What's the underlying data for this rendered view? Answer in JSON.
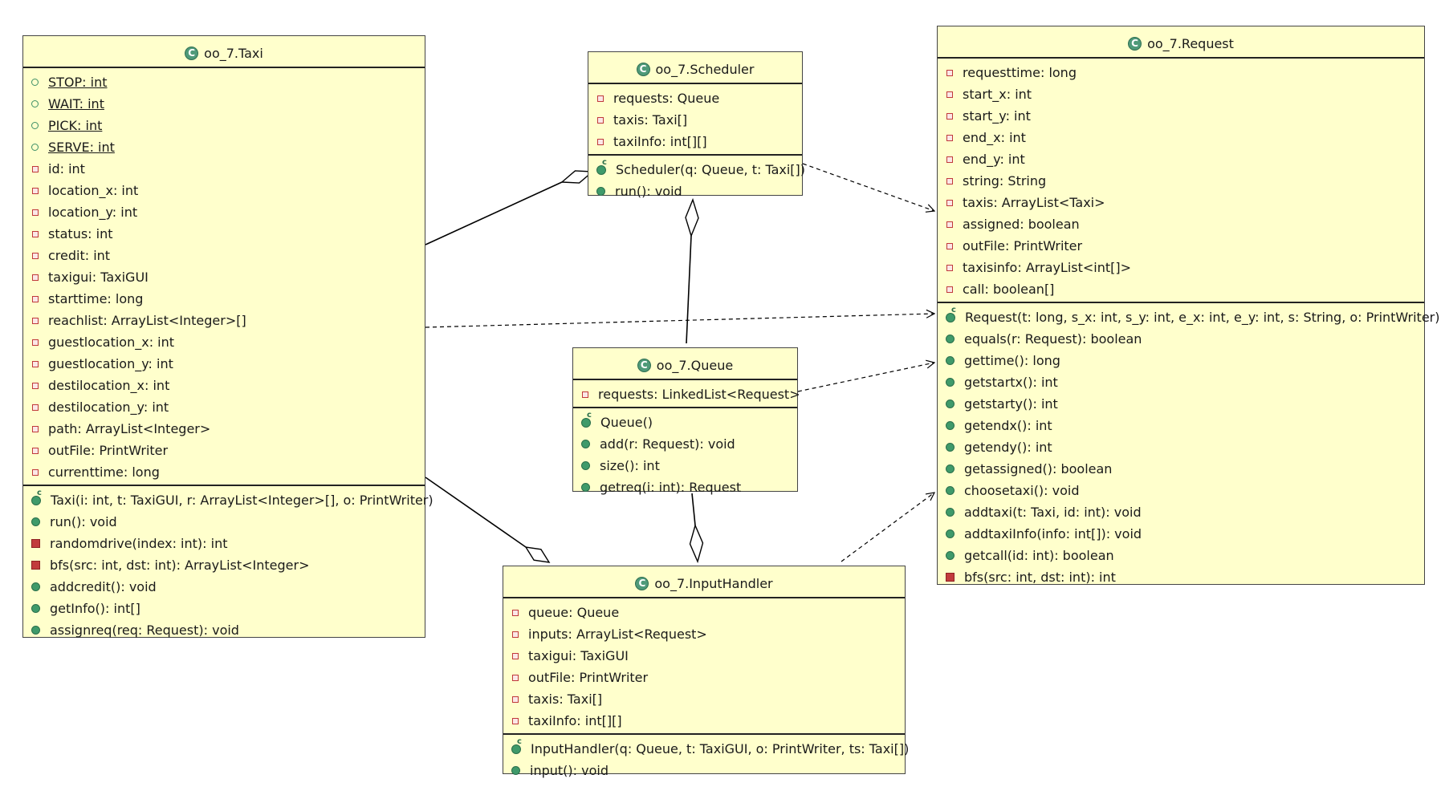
{
  "diagram": {
    "classes": {
      "taxi": {
        "name": "oo_7.Taxi",
        "fields": [
          {
            "text": "STOP: int",
            "vis": "public-static",
            "icon": "public-field-icon"
          },
          {
            "text": "WAIT: int",
            "vis": "public-static",
            "icon": "public-field-icon"
          },
          {
            "text": "PICK: int",
            "vis": "public-static",
            "icon": "public-field-icon"
          },
          {
            "text": "SERVE: int",
            "vis": "public-static",
            "icon": "public-field-icon"
          },
          {
            "text": "id: int",
            "vis": "private",
            "icon": "private-icon"
          },
          {
            "text": "location_x: int",
            "vis": "private",
            "icon": "private-icon"
          },
          {
            "text": "location_y: int",
            "vis": "private",
            "icon": "private-icon"
          },
          {
            "text": "status: int",
            "vis": "private",
            "icon": "private-icon"
          },
          {
            "text": "credit: int",
            "vis": "private",
            "icon": "private-icon"
          },
          {
            "text": "taxigui: TaxiGUI",
            "vis": "private",
            "icon": "private-icon"
          },
          {
            "text": "starttime: long",
            "vis": "private",
            "icon": "private-icon"
          },
          {
            "text": "reachlist: ArrayList<Integer>[]",
            "vis": "private",
            "icon": "private-icon"
          },
          {
            "text": "guestlocation_x: int",
            "vis": "private",
            "icon": "private-icon"
          },
          {
            "text": "guestlocation_y: int",
            "vis": "private",
            "icon": "private-icon"
          },
          {
            "text": "destilocation_x: int",
            "vis": "private",
            "icon": "private-icon"
          },
          {
            "text": "destilocation_y: int",
            "vis": "private",
            "icon": "private-icon"
          },
          {
            "text": "path: ArrayList<Integer>",
            "vis": "private",
            "icon": "private-icon"
          },
          {
            "text": "outFile: PrintWriter",
            "vis": "private",
            "icon": "private-icon"
          },
          {
            "text": "currenttime: long",
            "vis": "private",
            "icon": "private-icon"
          }
        ],
        "methods": [
          {
            "text": "Taxi(i: int, t: TaxiGUI, r: ArrayList<Integer>[], o: PrintWriter)",
            "vis": "constructor",
            "icon": "constructor-icon"
          },
          {
            "text": "run(): void",
            "vis": "public",
            "icon": "public-method-icon"
          },
          {
            "text": "randomdrive(index: int): int",
            "vis": "private",
            "icon": "private-method-icon"
          },
          {
            "text": "bfs(src: int, dst: int): ArrayList<Integer>",
            "vis": "private",
            "icon": "private-method-icon"
          },
          {
            "text": "addcredit(): void",
            "vis": "public",
            "icon": "public-method-icon"
          },
          {
            "text": "getInfo(): int[]",
            "vis": "public",
            "icon": "public-method-icon"
          },
          {
            "text": "assignreq(req: Request): void",
            "vis": "public",
            "icon": "public-method-icon"
          }
        ]
      },
      "scheduler": {
        "name": "oo_7.Scheduler",
        "fields": [
          {
            "text": "requests: Queue",
            "vis": "private",
            "icon": "private-icon"
          },
          {
            "text": "taxis: Taxi[]",
            "vis": "private",
            "icon": "private-icon"
          },
          {
            "text": "taxiInfo: int[][]",
            "vis": "private",
            "icon": "private-icon"
          }
        ],
        "methods": [
          {
            "text": "Scheduler(q: Queue, t: Taxi[])",
            "vis": "constructor",
            "icon": "constructor-icon"
          },
          {
            "text": "run(): void",
            "vis": "public",
            "icon": "public-method-icon"
          }
        ]
      },
      "queue": {
        "name": "oo_7.Queue",
        "fields": [
          {
            "text": "requests: LinkedList<Request>",
            "vis": "private",
            "icon": "private-icon"
          }
        ],
        "methods": [
          {
            "text": "Queue()",
            "vis": "constructor",
            "icon": "constructor-icon"
          },
          {
            "text": "add(r: Request): void",
            "vis": "public",
            "icon": "public-method-icon"
          },
          {
            "text": "size(): int",
            "vis": "public",
            "icon": "public-method-icon"
          },
          {
            "text": "getreq(i: int): Request",
            "vis": "public",
            "icon": "public-method-icon"
          }
        ]
      },
      "input_handler": {
        "name": "oo_7.InputHandler",
        "fields": [
          {
            "text": "queue: Queue",
            "vis": "private",
            "icon": "private-icon"
          },
          {
            "text": "inputs: ArrayList<Request>",
            "vis": "private",
            "icon": "private-icon"
          },
          {
            "text": "taxigui: TaxiGUI",
            "vis": "private",
            "icon": "private-icon"
          },
          {
            "text": "outFile: PrintWriter",
            "vis": "private",
            "icon": "private-icon"
          },
          {
            "text": "taxis: Taxi[]",
            "vis": "private",
            "icon": "private-icon"
          },
          {
            "text": "taxiInfo: int[][]",
            "vis": "private",
            "icon": "private-icon"
          }
        ],
        "methods": [
          {
            "text": "InputHandler(q: Queue, t: TaxiGUI, o: PrintWriter, ts: Taxi[])",
            "vis": "constructor",
            "icon": "constructor-icon"
          },
          {
            "text": "input(): void",
            "vis": "public",
            "icon": "public-method-icon"
          }
        ]
      },
      "request": {
        "name": "oo_7.Request",
        "fields": [
          {
            "text": "requesttime: long",
            "vis": "private",
            "icon": "private-icon"
          },
          {
            "text": "start_x: int",
            "vis": "private",
            "icon": "private-icon"
          },
          {
            "text": "start_y: int",
            "vis": "private",
            "icon": "private-icon"
          },
          {
            "text": "end_x: int",
            "vis": "private",
            "icon": "private-icon"
          },
          {
            "text": "end_y: int",
            "vis": "private",
            "icon": "private-icon"
          },
          {
            "text": "string: String",
            "vis": "private",
            "icon": "private-icon"
          },
          {
            "text": "taxis: ArrayList<Taxi>",
            "vis": "private",
            "icon": "private-icon"
          },
          {
            "text": "assigned: boolean",
            "vis": "private",
            "icon": "private-icon"
          },
          {
            "text": "outFile: PrintWriter",
            "vis": "private",
            "icon": "private-icon"
          },
          {
            "text": "taxisinfo: ArrayList<int[]>",
            "vis": "private",
            "icon": "private-icon"
          },
          {
            "text": "call: boolean[]",
            "vis": "private",
            "icon": "private-icon"
          }
        ],
        "methods": [
          {
            "text": "Request(t: long, s_x: int, s_y: int, e_x: int, e_y: int, s: String, o: PrintWriter)",
            "vis": "constructor",
            "icon": "constructor-icon"
          },
          {
            "text": "equals(r: Request): boolean",
            "vis": "public",
            "icon": "public-method-icon"
          },
          {
            "text": "gettime(): long",
            "vis": "public",
            "icon": "public-method-icon"
          },
          {
            "text": "getstartx(): int",
            "vis": "public",
            "icon": "public-method-icon"
          },
          {
            "text": "getstarty(): int",
            "vis": "public",
            "icon": "public-method-icon"
          },
          {
            "text": "getendx(): int",
            "vis": "public",
            "icon": "public-method-icon"
          },
          {
            "text": "getendy(): int",
            "vis": "public",
            "icon": "public-method-icon"
          },
          {
            "text": "getassigned(): boolean",
            "vis": "public",
            "icon": "public-method-icon"
          },
          {
            "text": "choosetaxi(): void",
            "vis": "public",
            "icon": "public-method-icon"
          },
          {
            "text": "addtaxi(t: Taxi, id: int): void",
            "vis": "public",
            "icon": "public-method-icon"
          },
          {
            "text": "addtaxiInfo(info: int[]): void",
            "vis": "public",
            "icon": "public-method-icon"
          },
          {
            "text": "getcall(id: int): boolean",
            "vis": "public",
            "icon": "public-method-icon"
          },
          {
            "text": "bfs(src: int, dst: int): int",
            "vis": "private",
            "icon": "private-method-icon"
          }
        ]
      }
    },
    "relationships": [
      {
        "from": "taxi",
        "to": "scheduler",
        "type": "aggregation"
      },
      {
        "from": "queue",
        "to": "scheduler",
        "type": "aggregation"
      },
      {
        "from": "taxi",
        "to": "input_handler",
        "type": "aggregation"
      },
      {
        "from": "queue",
        "to": "input_handler",
        "type": "aggregation"
      },
      {
        "from": "scheduler",
        "to": "request",
        "type": "dependency"
      },
      {
        "from": "taxi",
        "to": "request",
        "type": "dependency"
      },
      {
        "from": "queue",
        "to": "request",
        "type": "dependency"
      },
      {
        "from": "input_handler",
        "to": "request",
        "type": "dependency"
      }
    ],
    "colors": {
      "class_fill": "#ffffcc",
      "class_border": "#444444",
      "public_icon": "#3f9a6a",
      "private_icon": "#c0393b",
      "line": "#000000"
    }
  }
}
